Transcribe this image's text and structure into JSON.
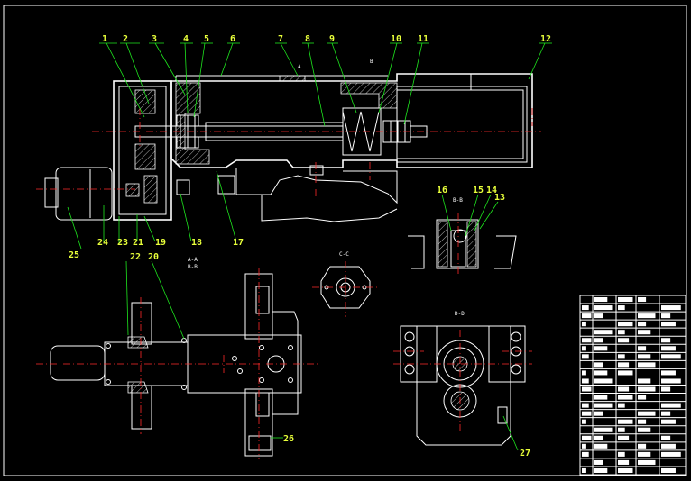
{
  "callouts": {
    "top": [
      "1",
      "2",
      "3",
      "4",
      "5",
      "6",
      "7",
      "8",
      "9",
      "10",
      "11",
      "12"
    ],
    "bottom_left": [
      "25",
      "24",
      "23",
      "21",
      "19",
      "18",
      "17"
    ],
    "mid": [
      "22",
      "20"
    ],
    "bd_section": [
      "16",
      "15",
      "14",
      "13"
    ],
    "lower": [
      "26",
      "27"
    ]
  },
  "view_labels": {
    "aa": "A-A",
    "aa_note": "B-B",
    "section_c": "C-C",
    "section_d": "D-D",
    "section_b": "B-B",
    "top_marks": [
      "A",
      "B"
    ]
  },
  "colors": {
    "background": "#000000",
    "outline": "#ffffff",
    "centerline": "#ff2a2a",
    "leader": "#1ee61e",
    "callout_text": "#e8ff3a"
  },
  "title_block": {
    "rows": 22,
    "cols": 5
  }
}
